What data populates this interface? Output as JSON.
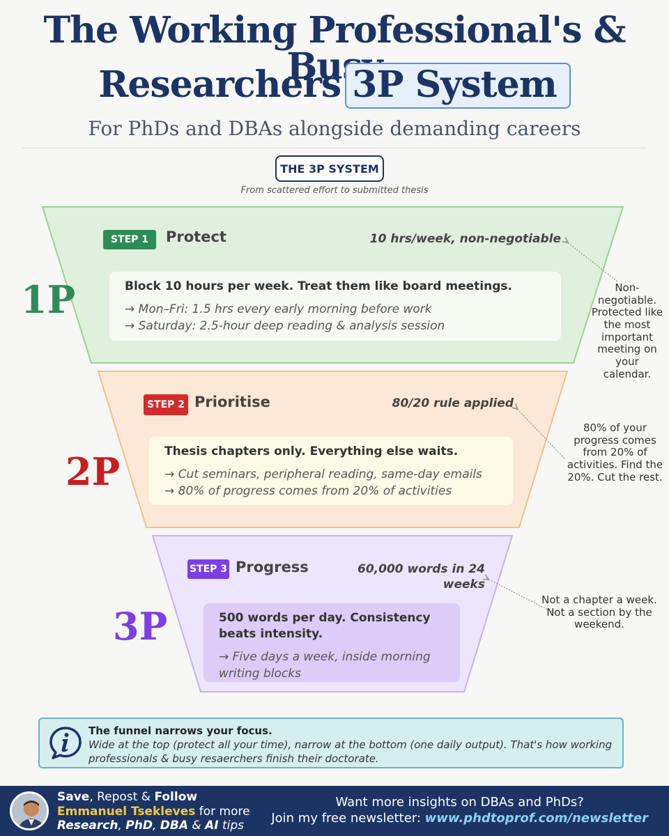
{
  "header": {
    "title_line1": "The Working Professional's & Busy",
    "title_line2_prefix": "Researchers",
    "title_highlight": "3P System",
    "subtitle": "For PhDs and DBAs alongside demanding careers"
  },
  "system": {
    "label": "THE 3P SYSTEM",
    "caption": "From scattered effort to submitted thesis"
  },
  "steps": [
    {
      "p_label": "1P",
      "badge": "STEP 1",
      "name": "Protect",
      "meta": "10 hrs/week, non-negotiable",
      "main": "Block 10 hours per week. Treat them like board meetings.",
      "items": [
        "→ Mon–Fri: 1.5 hrs every early morning before work",
        "→ Saturday: 2.5-hour deep reading & analysis session"
      ],
      "note": "Non-negotiable. Protected like the most important meeting on your calendar.",
      "colors": {
        "fill": "#dff0dc",
        "stroke": "#99d197",
        "badge": "#2e8b57",
        "label": "#2e8b57",
        "inner": "#f6faf2"
      }
    },
    {
      "p_label": "2P",
      "badge": "STEP 2",
      "name": "Prioritise",
      "meta": "80/20 rule applied",
      "main": "Thesis chapters only. Everything else waits.",
      "items": [
        "→ Cut seminars, peripheral reading, same-day emails",
        "→ 80% of progress comes from 20% of activities"
      ],
      "note": "80% of your progress comes from 20% of activities. Find the 20%. Cut the rest.",
      "colors": {
        "fill": "#fce8d6",
        "stroke": "#f3bf8f",
        "badge": "#d42a2a",
        "label": "#c81e1e",
        "inner": "#fefae8"
      }
    },
    {
      "p_label": "3P",
      "badge": "STEP 3",
      "name": "Progress",
      "meta": "60,000 words in 24 weeks",
      "main": "500 words per day. Consistency beats intensity.",
      "items": [
        "→ Five days a week, inside morning writing blocks"
      ],
      "note": "Not a chapter a week. Not a section by the weekend.",
      "colors": {
        "fill": "#ede5fb",
        "stroke": "#c6b1ef",
        "badge": "#7b3fe4",
        "label": "#7b3fe4",
        "inner": "#dcccf7"
      }
    }
  ],
  "info": {
    "title": "The funnel narrows your focus.",
    "body": "Wide at the top (protect all your time), narrow at the bottom (one daily output). That's how working professionals & busy resaerchers finish their doctorate."
  },
  "footer": {
    "line1_a": "Save",
    "line1_b": ", Repost ",
    "line1_c": "& ",
    "line1_d": "Follow",
    "author": "Emmanuel Tsekleves",
    "line2_suffix": " for more",
    "line3_a": "Research",
    "line3_b": ", ",
    "line3_c": "PhD",
    "line3_d": ", ",
    "line3_e": "DBA",
    "line3_f": " & ",
    "line3_g": "AI",
    "line3_h": " tips",
    "right_line1": "Want more insights on DBAs and PhDs?",
    "right_line2": "Join my free newsletter: ",
    "url": "www.phdtoprof.com/newsletter"
  }
}
